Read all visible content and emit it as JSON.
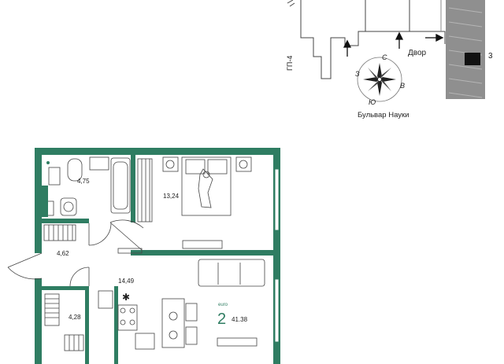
{
  "site_plan": {
    "building_label": "ГП-4",
    "courtyard_label": "Двор",
    "street_label": "Бульвар Науки",
    "section_number": "3",
    "compass": {
      "north": "С",
      "east": "В",
      "south": "Ю",
      "west": "З"
    }
  },
  "rooms": {
    "bathroom_area": "4,75",
    "bedroom_area": "13,24",
    "hall_area": "4,62",
    "kitchen_living_area": "14,49",
    "storage_area": "4,28"
  },
  "apartment": {
    "format_label": "euro",
    "rooms_count": "2",
    "total_area": "41.38"
  },
  "colors": {
    "wall": "#2f7d62",
    "line": "#333333",
    "text": "#222222"
  }
}
